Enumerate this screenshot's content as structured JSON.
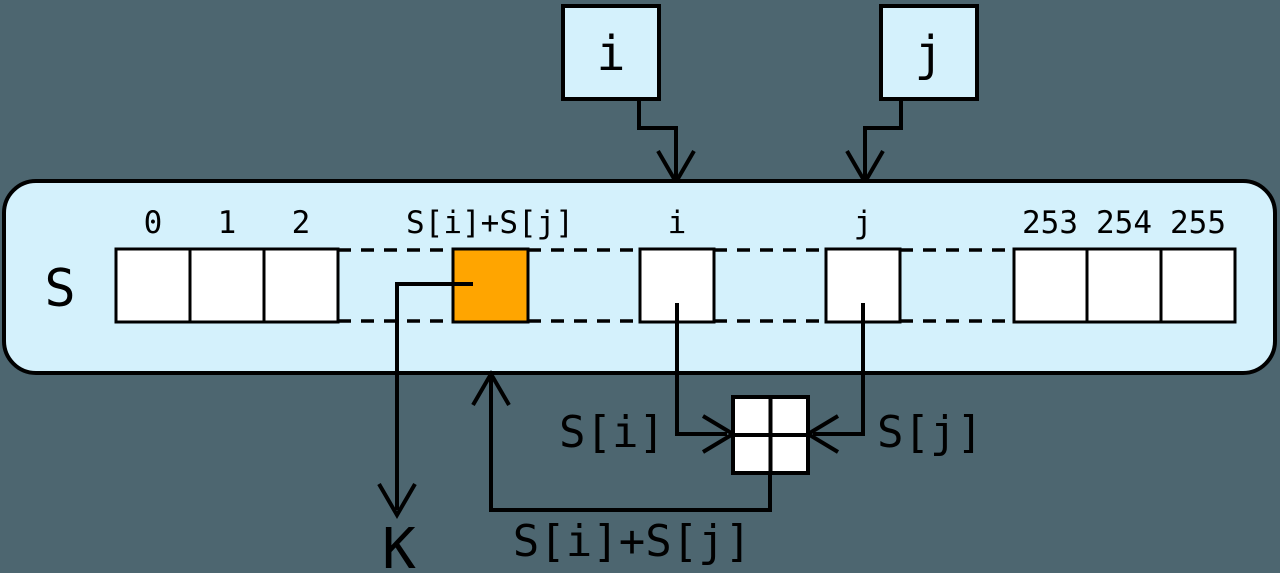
{
  "colors": {
    "background": "#4d6670",
    "panel": "#d4f1fc",
    "cell": "#ffffff",
    "highlight": "#ffa500",
    "ink": "#000000"
  },
  "registers": {
    "i_label": "i",
    "j_label": "j"
  },
  "s_array": {
    "label": "S",
    "cells": [
      {
        "index": "0",
        "highlighted": false
      },
      {
        "index": "1",
        "highlighted": false
      },
      {
        "index": "2",
        "highlighted": false
      },
      {
        "index": "S[i]+S[j]",
        "highlighted": true
      },
      {
        "index": "i",
        "highlighted": false
      },
      {
        "index": "j",
        "highlighted": false
      },
      {
        "index": "253",
        "highlighted": false
      },
      {
        "index": "254",
        "highlighted": false
      },
      {
        "index": "255",
        "highlighted": false
      }
    ]
  },
  "adder": {
    "left_operand": "S[i]",
    "right_operand": "S[j]",
    "result": "S[i]+S[j]"
  },
  "output": {
    "label": "K"
  }
}
